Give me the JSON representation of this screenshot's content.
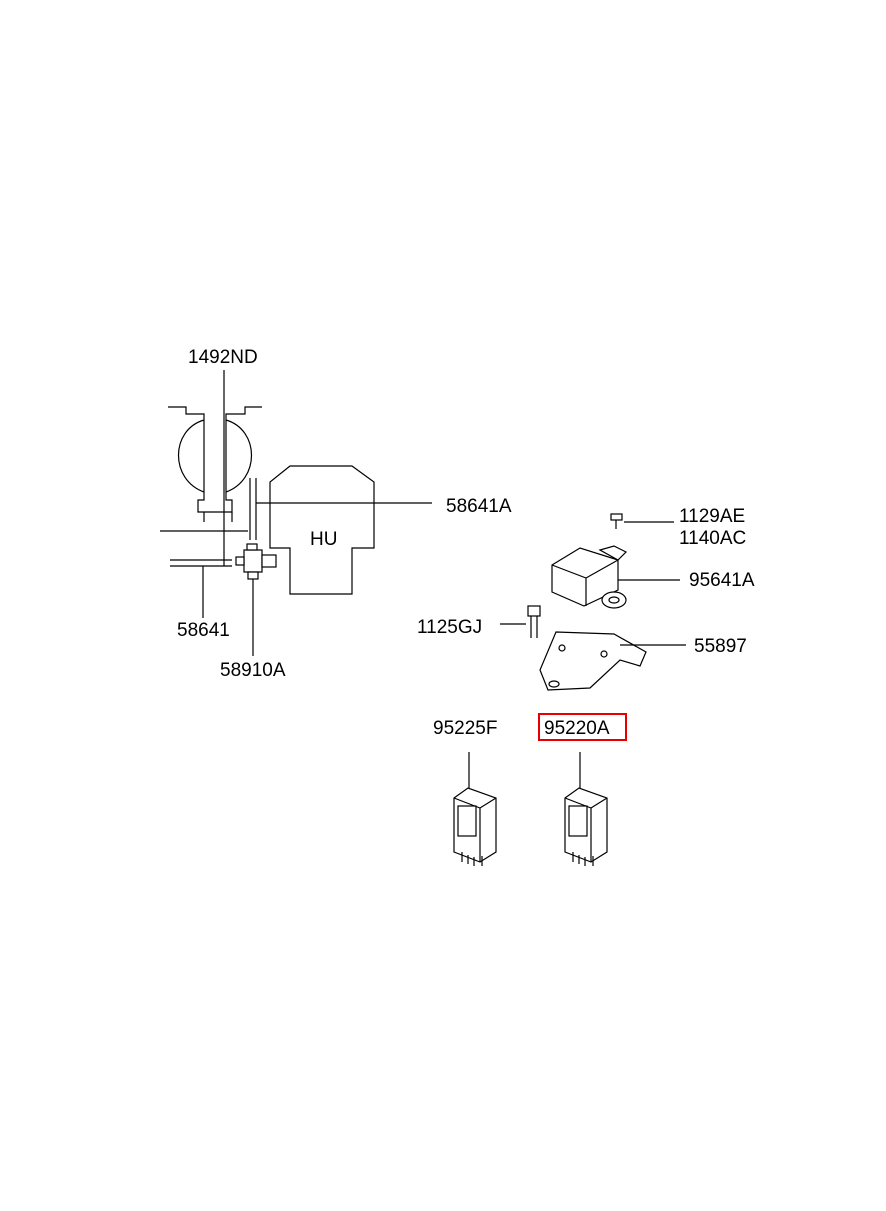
{
  "diagram": {
    "hydraulic_unit_label": "HU",
    "highlight_color": "#e60000",
    "callouts": [
      {
        "id": "1492ND",
        "text": "1492ND"
      },
      {
        "id": "58641A",
        "text": "58641A"
      },
      {
        "id": "58641",
        "text": "58641"
      },
      {
        "id": "58910A",
        "text": "58910A"
      },
      {
        "id": "1129AE",
        "text": "1129AE"
      },
      {
        "id": "1140AC",
        "text": "1140AC"
      },
      {
        "id": "95641A",
        "text": "95641A"
      },
      {
        "id": "1125GJ",
        "text": "1125GJ"
      },
      {
        "id": "55897",
        "text": "55897"
      },
      {
        "id": "95225F",
        "text": "95225F"
      },
      {
        "id": "95220A",
        "text": "95220A",
        "highlighted": true
      }
    ]
  }
}
